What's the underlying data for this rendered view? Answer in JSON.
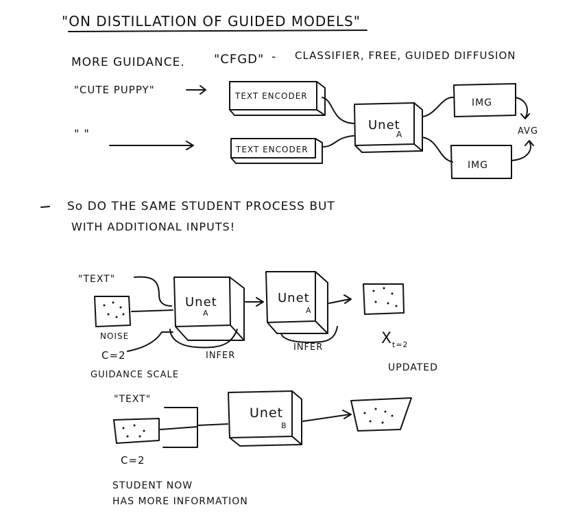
{
  "title": "\"ON DISTILLATION OF GUIDED MODELS\"",
  "section1": {
    "heading_prefix": "MORE GUIDANCE.",
    "heading_cfgd": "\"CFGD\"",
    "heading_dash": "-",
    "heading_rest": "CLASSIFIER, FREE, GUIDED DIFFUSION",
    "prompt_cute": "\"CUTE PUPPY\"",
    "prompt_empty": "\" \"",
    "text_encoder_top": "TEXT ENCODER",
    "text_encoder_bottom": "TEXT ENCODER",
    "unet": "Unet",
    "unet_sub": "A",
    "img_top": "IMG",
    "img_bottom": "IMG",
    "avg": "AVG"
  },
  "section2": {
    "line1": "So DO THE SAME STUDENT PROCESS BUT",
    "line2": "WITH ADDITIONAL INPUTS!"
  },
  "teacher_flow": {
    "text_label": "\"TEXT\"",
    "noise_label": "NOISE",
    "c_label": "C=2",
    "guidance_label": "GUIDANCE SCALE",
    "unet1": "Unet",
    "unet1_sub": "A",
    "unet2": "Unet",
    "unet2_sub": "A",
    "infer1": "INFER",
    "infer2": "INFER",
    "x_label": "X",
    "x_sub": "t=2",
    "updated": "UPDATED"
  },
  "student_flow": {
    "text_label": "\"TEXT\"",
    "c_label": "C=2",
    "unet": "Unet",
    "unet_sub": "B",
    "note_line1": "STUDENT NOW",
    "note_line2": "HAS MORE INFORMATION"
  }
}
